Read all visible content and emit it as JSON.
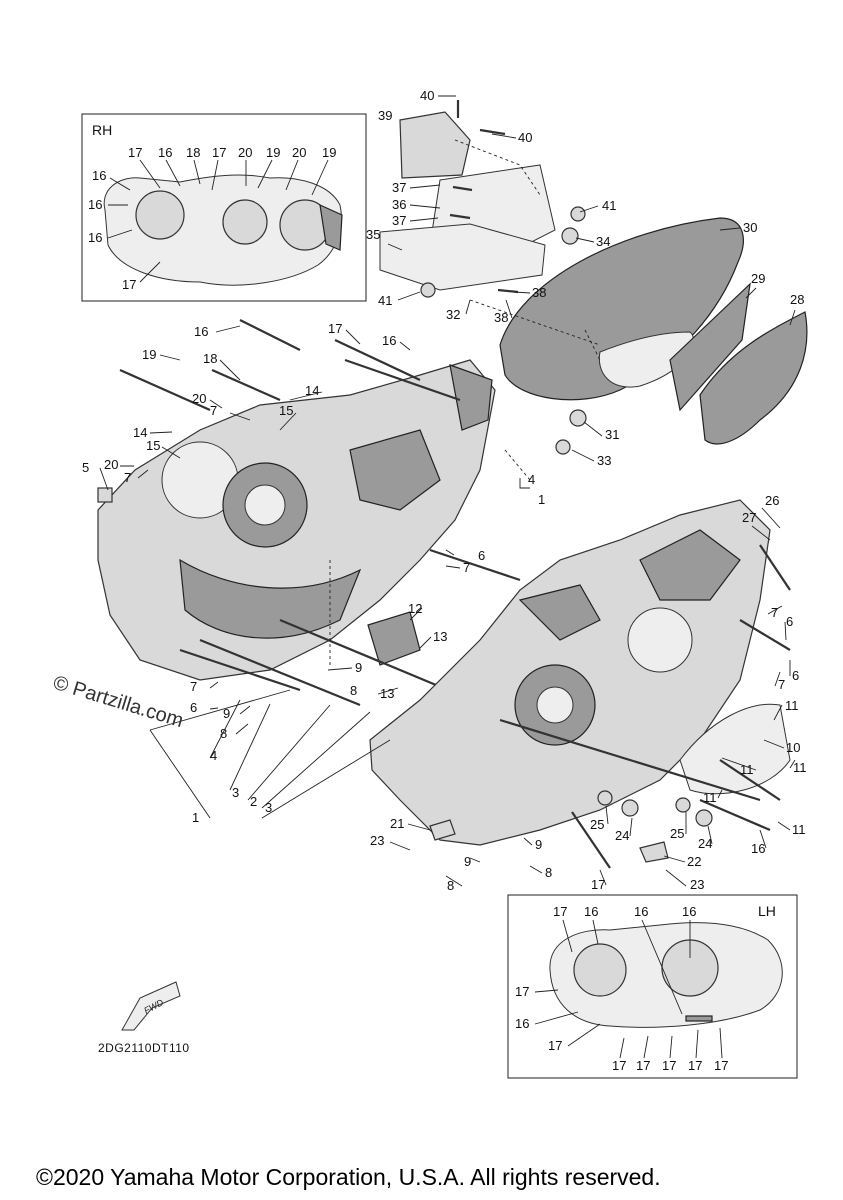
{
  "diagram_code": "2DG2110DT110",
  "watermark": "© Partzilla.com",
  "copyright": "©2020 Yamaha Motor Corporation, U.S.A. All rights reserved.",
  "fwd_label": "FWD",
  "inset_rh": {
    "title": "RH",
    "callouts": [
      "17",
      "16",
      "18",
      "17",
      "20",
      "19",
      "20",
      "19",
      "16",
      "16",
      "16",
      "17"
    ]
  },
  "inset_lh": {
    "title": "LH",
    "callouts": [
      "17",
      "16",
      "16",
      "16",
      "17",
      "16",
      "17",
      "17",
      "17",
      "17",
      "17",
      "17"
    ]
  },
  "callouts": [
    "40",
    "39",
    "40",
    "37",
    "36",
    "37",
    "41",
    "34",
    "35",
    "41",
    "32",
    "38",
    "38",
    "30",
    "29",
    "28",
    "31",
    "33",
    "16",
    "17",
    "16",
    "19",
    "18",
    "20",
    "14",
    "7",
    "15",
    "14",
    "15",
    "5",
    "20",
    "7",
    "4",
    "1",
    "6",
    "7",
    "26",
    "27",
    "7",
    "6",
    "7",
    "6",
    "12",
    "13",
    "9",
    "13",
    "7",
    "6",
    "9",
    "8",
    "8",
    "4",
    "3",
    "2",
    "3",
    "1",
    "11",
    "10",
    "11",
    "11",
    "11",
    "11",
    "25",
    "24",
    "25",
    "24",
    "16",
    "21",
    "23",
    "9",
    "9",
    "8",
    "8",
    "22",
    "17",
    "23"
  ]
}
